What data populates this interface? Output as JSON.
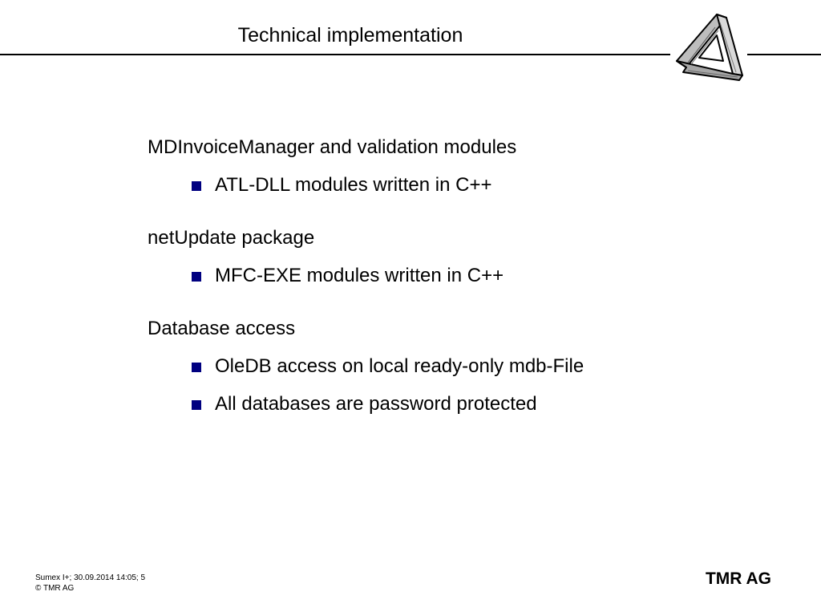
{
  "header": {
    "title": "Technical implementation"
  },
  "sections": [
    {
      "heading": "MDInvoiceManager and validation modules",
      "bullets": [
        "ATL-DLL modules written in C++"
      ]
    },
    {
      "heading": "netUpdate package",
      "bullets": [
        "MFC-EXE modules written in C++"
      ]
    },
    {
      "heading": "Database access",
      "bullets": [
        "OleDB access on local ready-only mdb-File",
        "All databases are password protected"
      ]
    }
  ],
  "footer": {
    "info_line1": "Sumex I+; 30.09.2014 14:05; 5",
    "info_line2": "© TMR AG",
    "brand": "TMR AG"
  },
  "colors": {
    "bullet": "#000080",
    "text": "#000000",
    "background": "#ffffff"
  },
  "icons": {
    "logo": "impossible-triangle-logo-icon",
    "bullet": "square-bullet-icon"
  }
}
